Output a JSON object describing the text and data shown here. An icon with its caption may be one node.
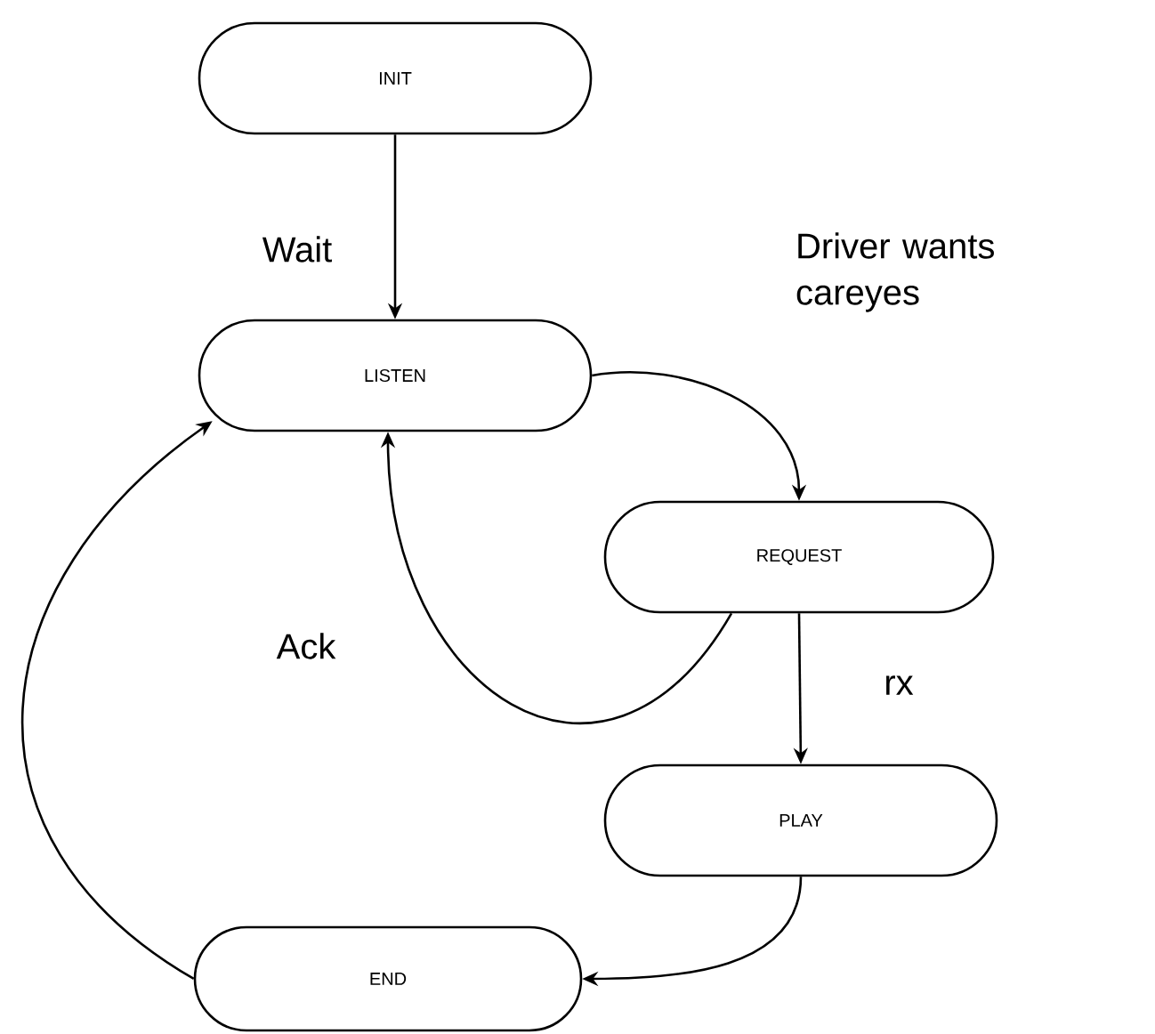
{
  "diagram": {
    "nodes": [
      {
        "text": [
          "INIT"
        ]
      },
      {
        "text": [
          "LISTEN"
        ]
      },
      {
        "text": [
          "REQUEST"
        ]
      },
      {
        "text": [
          "PLAY"
        ]
      },
      {
        "text": [
          "END"
        ]
      }
    ],
    "edges": [
      {
        "from": 0,
        "to": 1,
        "arrow": "to",
        "label": "Wait"
      },
      {
        "from": 1,
        "to": 2,
        "arrow": "to",
        "label": "Driver wants careyes"
      },
      {
        "from": 2,
        "to": 1,
        "arrow": "to",
        "label": "Ack"
      },
      {
        "from": 2,
        "to": 3,
        "arrow": "to",
        "label": "rx"
      },
      {
        "from": 3,
        "to": 4,
        "arrow": "to"
      },
      {
        "from": 4,
        "to": 1,
        "arrow": "to"
      }
    ]
  }
}
